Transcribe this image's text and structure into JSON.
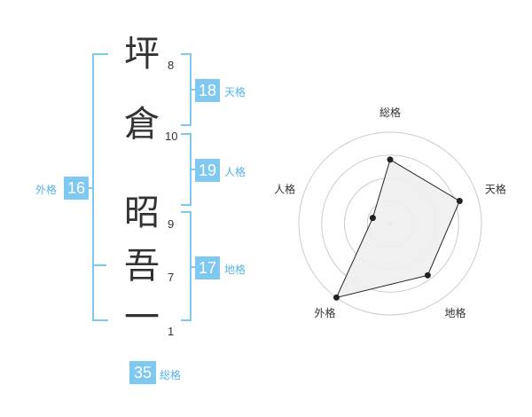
{
  "name": {
    "chars": [
      {
        "char": "坪",
        "strokes": "8"
      },
      {
        "char": "倉",
        "strokes": "10"
      },
      {
        "char": "昭",
        "strokes": "9"
      },
      {
        "char": "吾",
        "strokes": "7"
      },
      {
        "char": "一",
        "strokes": "1"
      }
    ]
  },
  "kaku": {
    "tenkaku": {
      "value": "18",
      "label": "天格"
    },
    "jinkaku": {
      "value": "19",
      "label": "人格"
    },
    "chikaku": {
      "value": "17",
      "label": "地格"
    },
    "gaikaku": {
      "value": "16",
      "label": "外格"
    },
    "soukaku": {
      "value": "35",
      "label": "総格"
    }
  },
  "colors": {
    "accent": "#7fc8f0",
    "accent_text": "#59b4e6",
    "text": "#333333",
    "radar_fill": "#eeeeee",
    "grid": "#cccccc"
  },
  "chart_data": {
    "type": "radar",
    "axes": [
      "総格",
      "天格",
      "地格",
      "外格",
      "人格"
    ],
    "values": [
      3.5,
      4.0,
      3.5,
      5.0,
      1.0
    ],
    "max": 5,
    "rings": 4
  }
}
